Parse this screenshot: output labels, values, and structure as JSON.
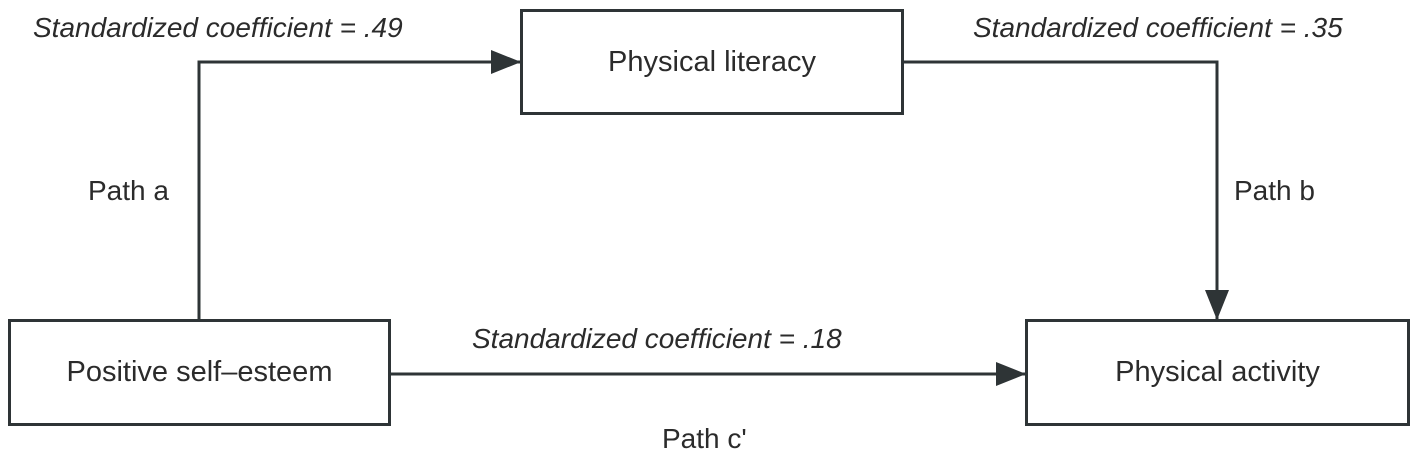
{
  "nodes": {
    "mediator": "Physical literacy",
    "predictor": "Positive self–esteem",
    "outcome": "Physical activity"
  },
  "paths": {
    "a": {
      "label": "Path a",
      "coefficient": "Standardized coefficient = .49"
    },
    "b": {
      "label": "Path b",
      "coefficient": "Standardized coefficient = .35"
    },
    "c_prime": {
      "label": "Path c'",
      "coefficient": "Standardized coefficient = .18"
    }
  },
  "colors": {
    "line": "#2e3436",
    "text": "#2b2b2b"
  }
}
